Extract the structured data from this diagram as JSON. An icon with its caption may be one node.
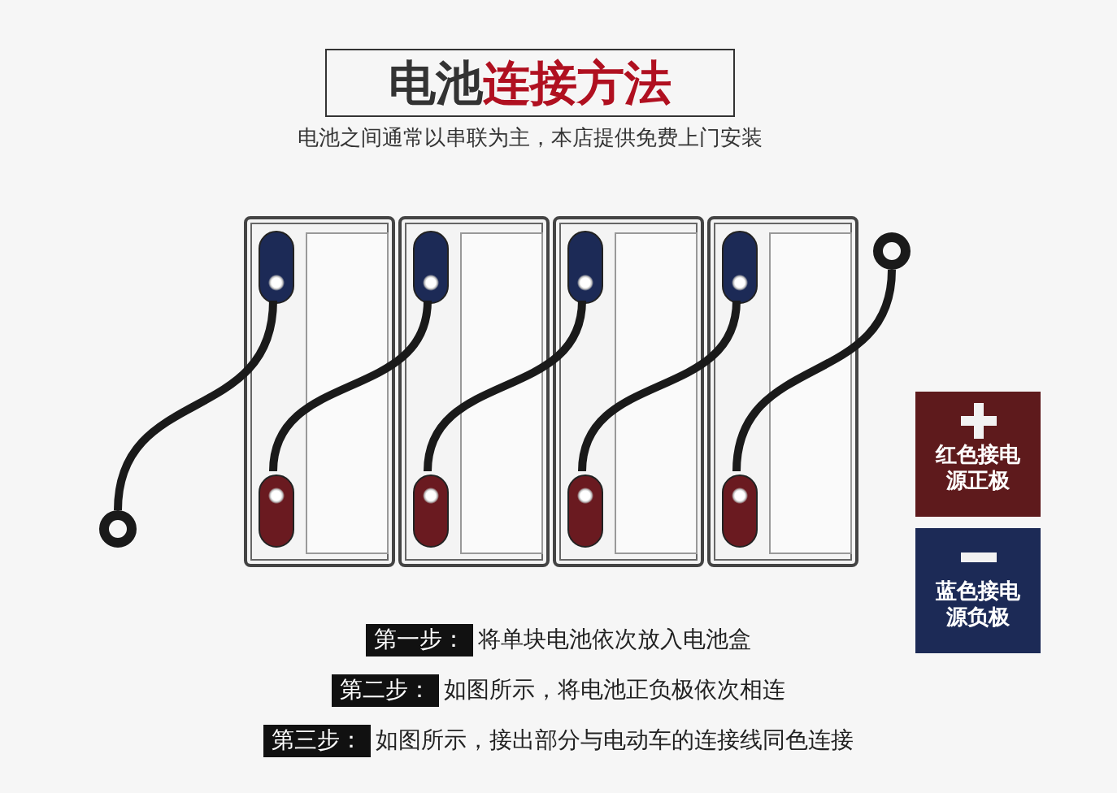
{
  "diagram": {
    "title": "电池连接方法",
    "nodes": [
      {
        "text": [],
        "shape": "box"
      },
      {
        "text": [],
        "shape": "box",
        "in": 0
      },
      {
        "text": [],
        "shape": "box",
        "in": 0
      },
      {
        "text": [],
        "shape": "box"
      },
      {
        "text": [],
        "shape": "box",
        "in": 3
      },
      {
        "text": [],
        "shape": "box",
        "in": 3
      },
      {
        "text": [],
        "shape": "box"
      },
      {
        "text": [],
        "shape": "box",
        "in": 6
      },
      {
        "text": [],
        "shape": "box",
        "in": 6
      },
      {
        "text": [],
        "shape": "box"
      },
      {
        "text": [],
        "shape": "box",
        "in": 9
      },
      {
        "text": [],
        "shape": "box",
        "in": 9
      },
      {
        "text": [],
        "shape": "circle"
      },
      {
        "text": [],
        "shape": "circle"
      }
    ],
    "edges": [
      {
        "from": 12,
        "to": 1,
        "arrow": "none"
      },
      {
        "from": 2,
        "to": 4,
        "arrow": "none"
      },
      {
        "from": 5,
        "to": 7,
        "arrow": "none"
      },
      {
        "from": 8,
        "to": 10,
        "arrow": "none"
      },
      {
        "from": 11,
        "to": 13,
        "arrow": "none"
      }
    ],
    "labels": [
      "电池之间通常以串联为主，本店提供免费上门安装",
      "第一步：",
      "将单块电池依次放入电池盒",
      "第二步：",
      "如图所示，将电池正负极依次相连",
      "第三步：",
      "如图所示，接出部分与电动车的连接线同色连接"
    ],
    "legend": [
      {
        "text": "红色接电源正极",
        "color": "#5e1a1c"
      },
      {
        "text": "蓝色接电源负极",
        "color": "#1c2a56"
      }
    ]
  }
}
